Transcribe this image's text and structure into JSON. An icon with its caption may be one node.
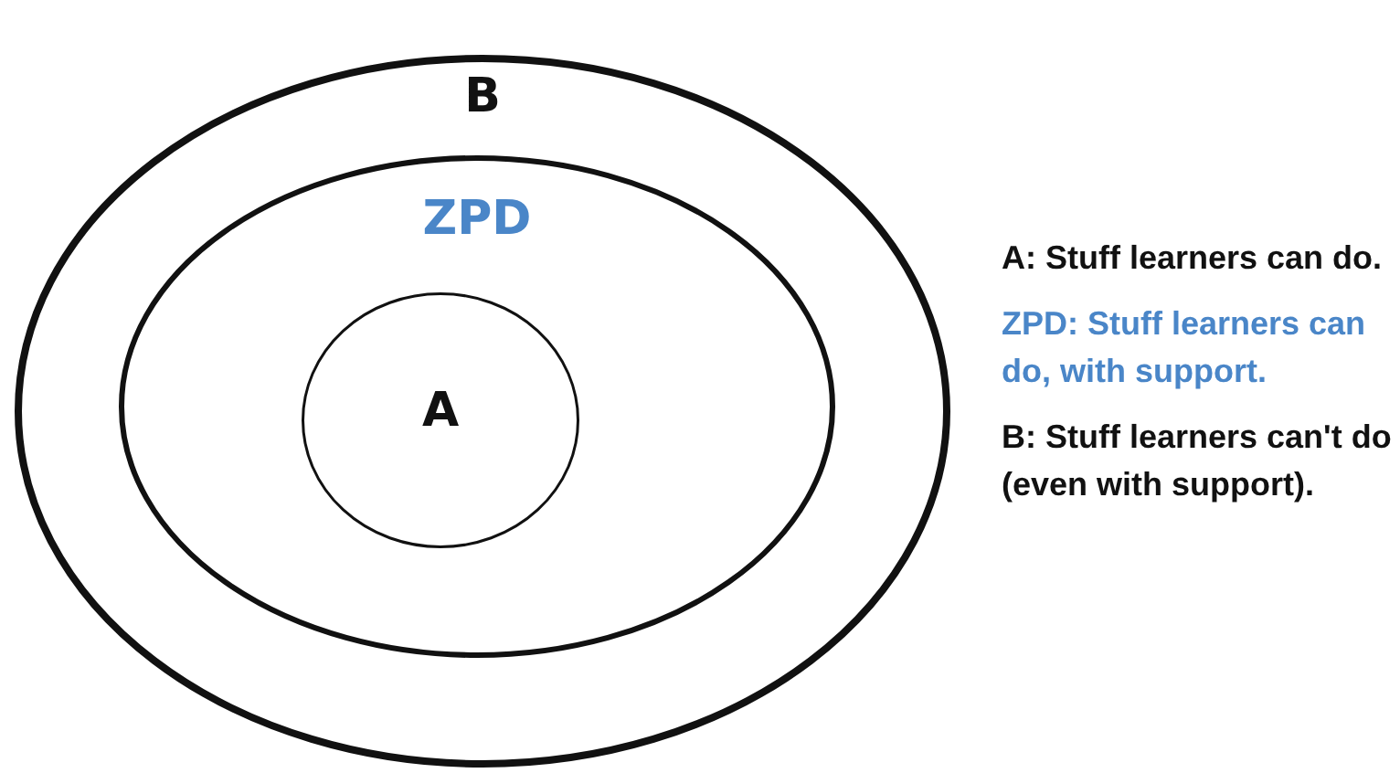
{
  "diagram": {
    "nodes": [
      {
        "text": [
          "B"
        ]
      },
      {
        "text": [
          "ZPD"
        ],
        "in": 0
      },
      {
        "text": [
          "A"
        ],
        "in": 1
      }
    ],
    "labels": [
      "A: Stuff learners can do.",
      "ZPD: Stuff learners can do, with support.",
      "B: Stuff learners can't do (even with support)."
    ]
  }
}
